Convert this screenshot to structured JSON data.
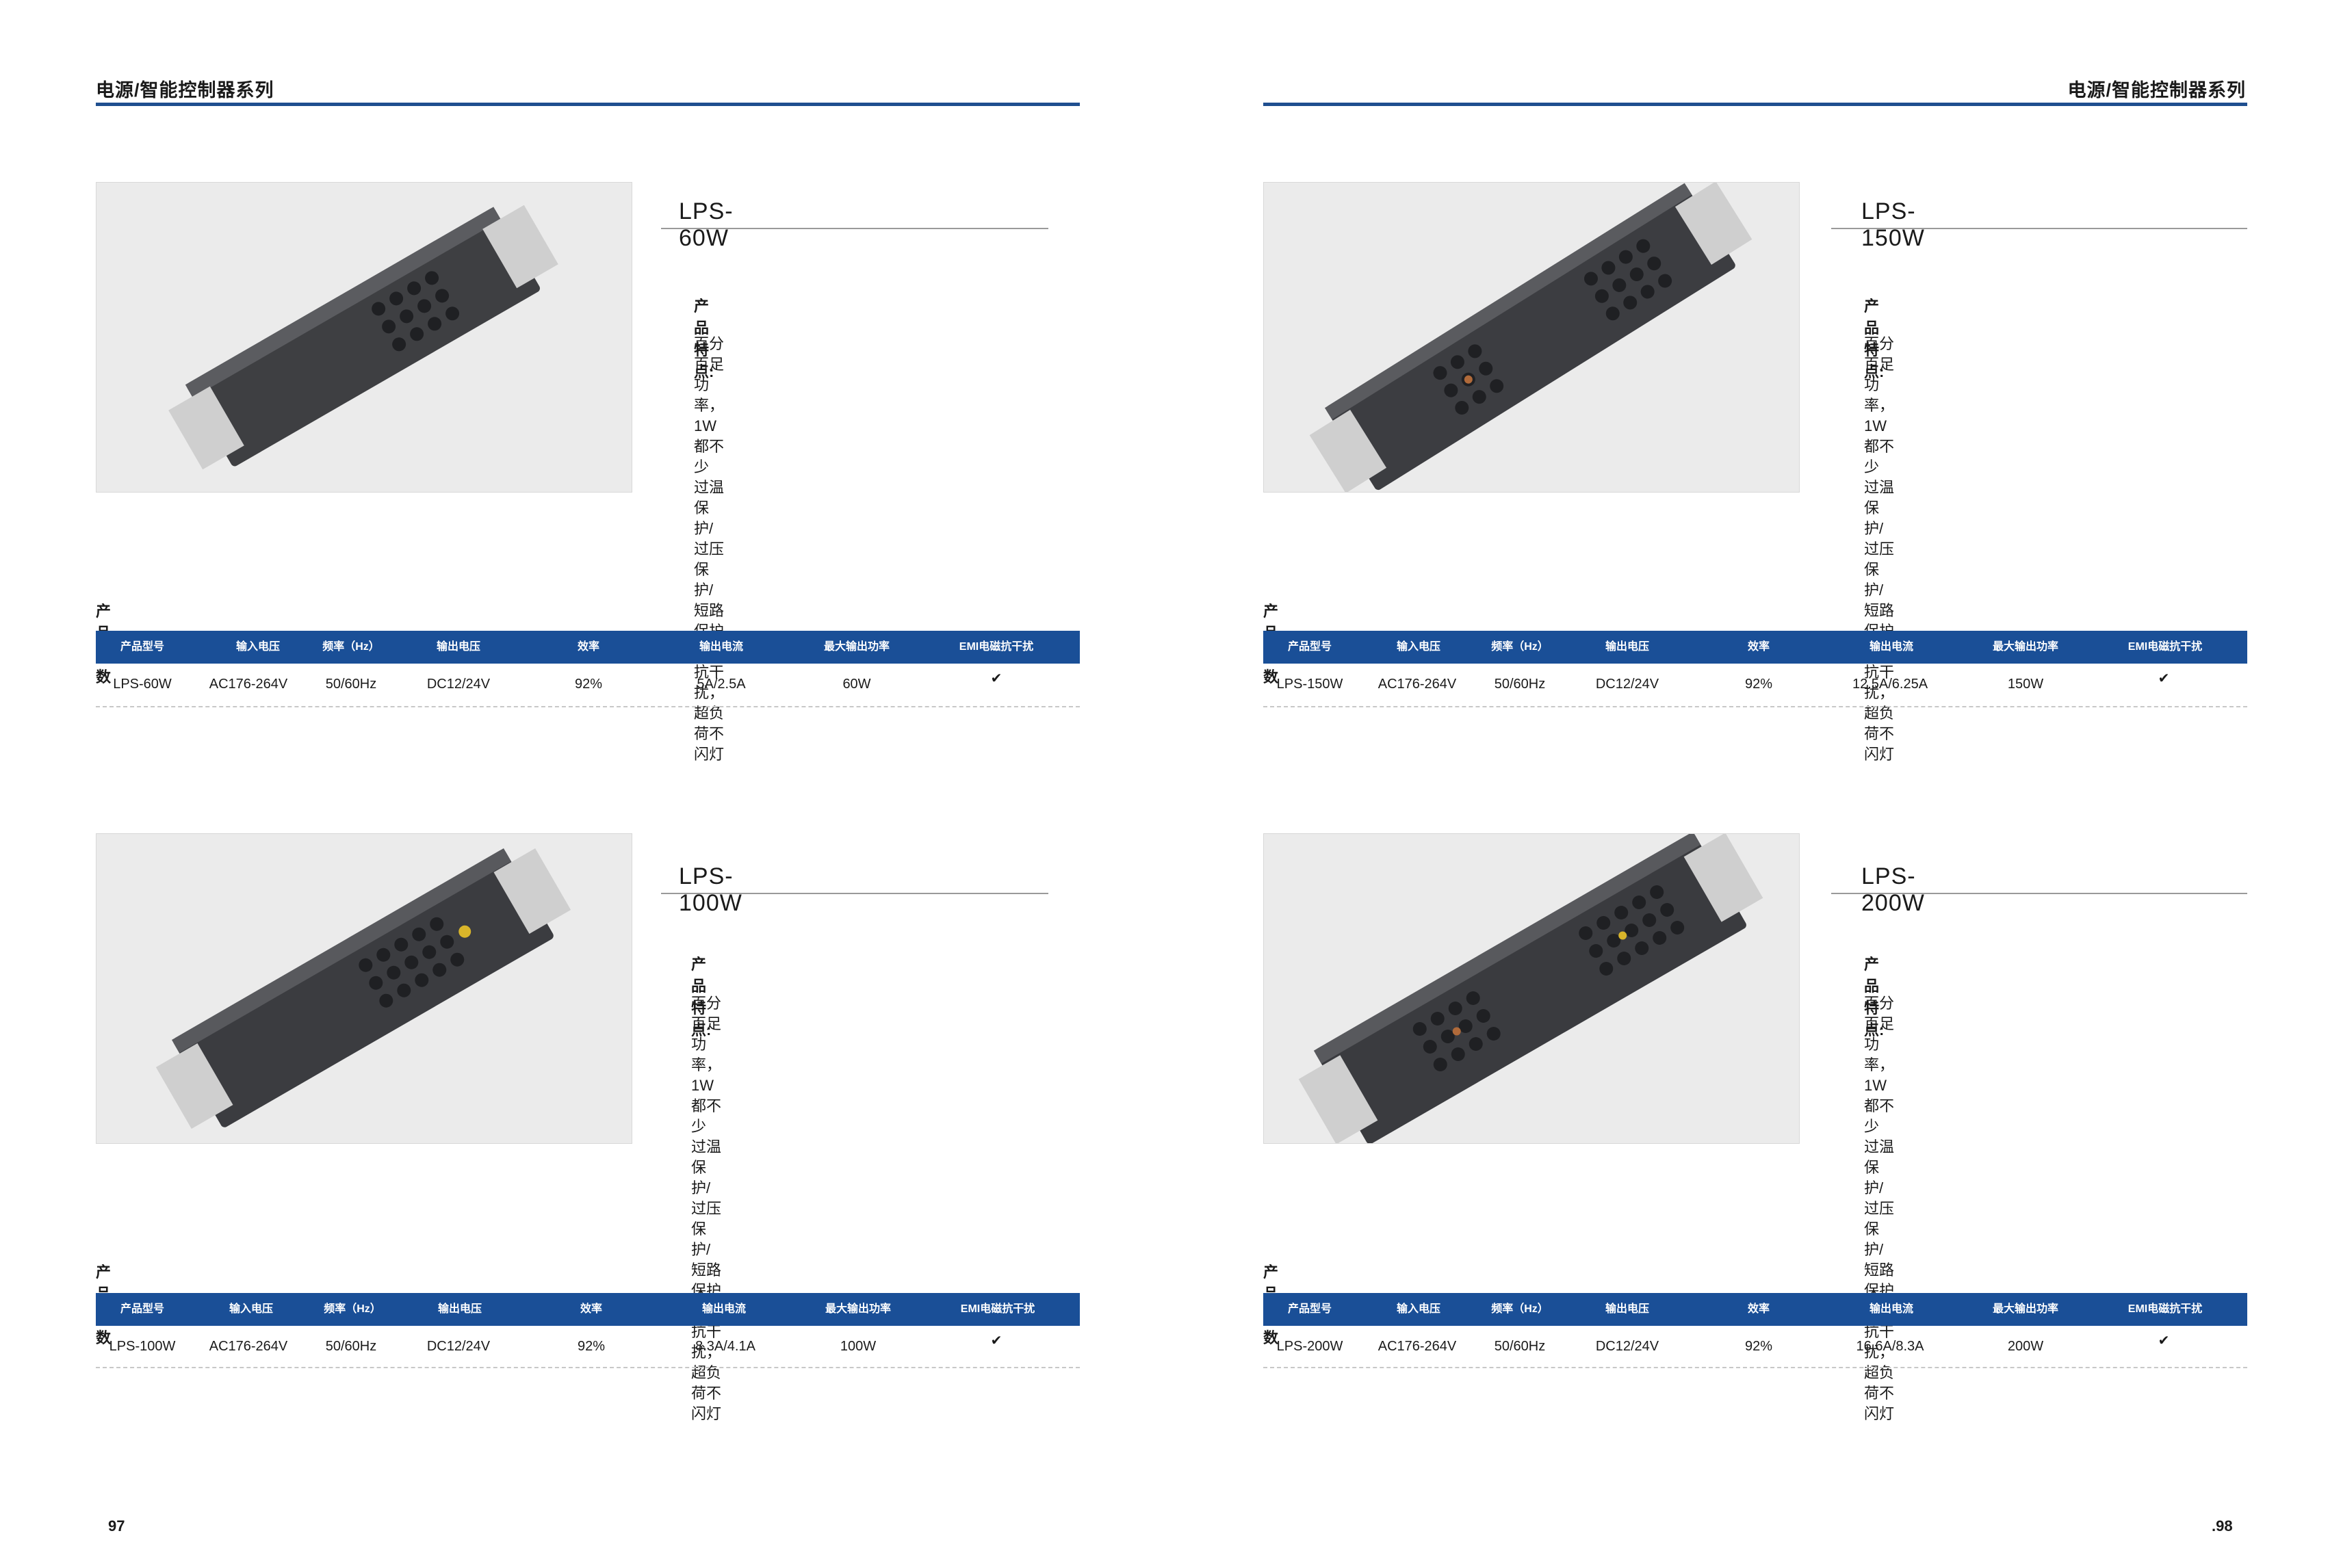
{
  "header": {
    "left_title": "电源/智能控制器系列",
    "right_title": "电源/智能控制器系列"
  },
  "products": [
    {
      "model": "LPS-60W",
      "features_label": "产品特点:",
      "features": [
        "百分百足功率，1W都不少",
        "过温保护/过压保护/短路保护",
        "滤波抗干扰，超负荷不闪灯"
      ],
      "params_label": "产品参数",
      "headers": [
        "产品型号",
        "输入电压",
        "频率（Hz）",
        "输出电压",
        "效率",
        "输出电流",
        "最大输出功率",
        "EMI电磁抗干扰"
      ],
      "row": [
        "LPS-60W",
        "AC176-264V",
        "50/60Hz",
        "DC12/24V",
        "92%",
        "5A/2.5A",
        "60W",
        "✔"
      ]
    },
    {
      "model": "LPS-100W",
      "features_label": "产品特点:",
      "features": [
        "百分百足功率，1W都不少",
        "过温保护/过压保护/短路保护",
        "滤波抗干扰，超负荷不闪灯"
      ],
      "params_label": "产品参数",
      "headers": [
        "产品型号",
        "输入电压",
        "频率（Hz）",
        "输出电压",
        "效率",
        "输出电流",
        "最大输出功率",
        "EMI电磁抗干扰"
      ],
      "row": [
        "LPS-100W",
        "AC176-264V",
        "50/60Hz",
        "DC12/24V",
        "92%",
        "8.3A/4.1A",
        "100W",
        "✔"
      ]
    },
    {
      "model": "LPS-150W",
      "features_label": "产品特点:",
      "features": [
        "百分百足功率，1W都不少",
        "过温保护/过压保护/短路保护",
        "滤波抗干扰，超负荷不闪灯"
      ],
      "params_label": "产品参数",
      "headers": [
        "产品型号",
        "输入电压",
        "频率（Hz）",
        "输出电压",
        "效率",
        "输出电流",
        "最大输出功率",
        "EMI电磁抗干扰"
      ],
      "row": [
        "LPS-150W",
        "AC176-264V",
        "50/60Hz",
        "DC12/24V",
        "92%",
        "12.5A/6.25A",
        "150W",
        "✔"
      ]
    },
    {
      "model": "LPS-200W",
      "features_label": "产品特点:",
      "features": [
        "百分百足功率，1W都不少",
        "过温保护/过压保护/短路保护",
        "滤波抗干扰，超负荷不闪灯"
      ],
      "params_label": "产品参数",
      "headers": [
        "产品型号",
        "输入电压",
        "频率（Hz）",
        "输出电压",
        "效率",
        "输出电流",
        "最大输出功率",
        "EMI电磁抗干扰"
      ],
      "row": [
        "LPS-200W",
        "AC176-264V",
        "50/60Hz",
        "DC12/24V",
        "92%",
        "16.6A/8.3A",
        "200W",
        "✔"
      ]
    }
  ],
  "pages": {
    "left": "97",
    "right": ".98"
  }
}
